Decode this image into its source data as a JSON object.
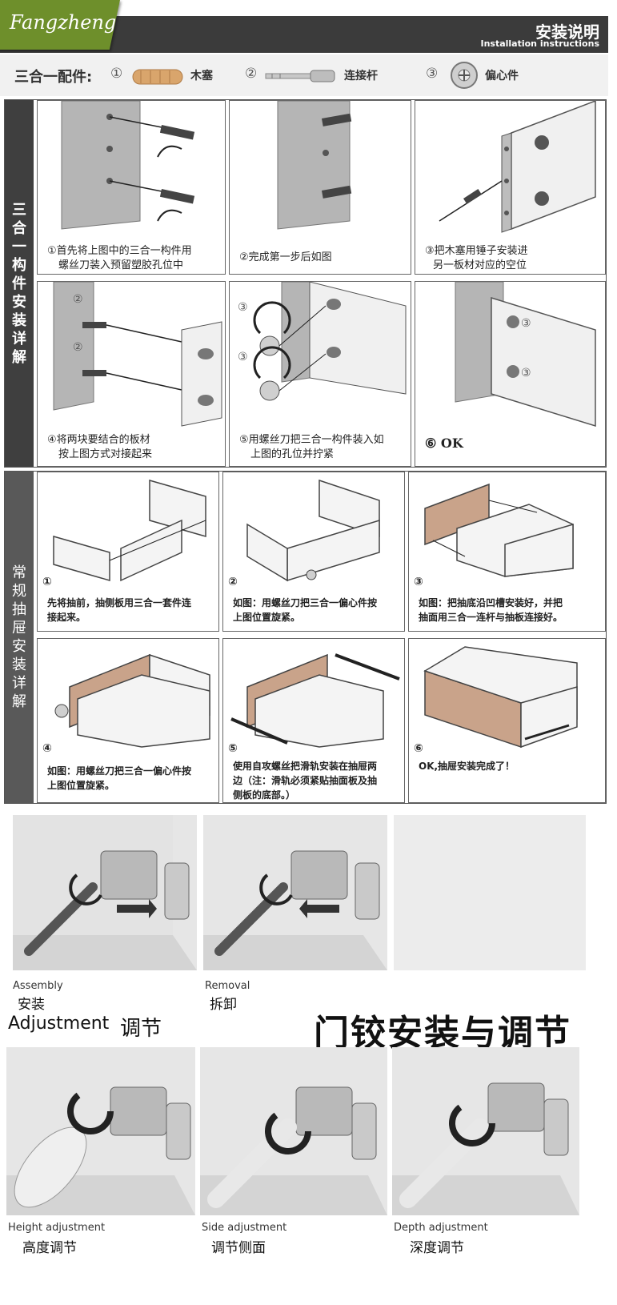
{
  "header": {
    "logo": "Fangzheng",
    "title_cn": "安装说明",
    "title_en": "Installation instructions"
  },
  "parts": {
    "label": "三合一配件:",
    "items": [
      {
        "num": "①",
        "name": "木塞",
        "icon": "wood-dowel-icon"
      },
      {
        "num": "②",
        "name": "连接杆",
        "icon": "connecting-rod-icon"
      },
      {
        "num": "③",
        "name": "偏心件",
        "icon": "cam-lock-icon"
      }
    ]
  },
  "section1": {
    "side": [
      "三",
      "合",
      "一",
      "构",
      "件",
      "安",
      "装",
      "详",
      "解"
    ],
    "steps": [
      {
        "caption1": "①首先将上图中的三合一构件用",
        "caption2": "螺丝刀装入预留塑胶孔位中"
      },
      {
        "caption1": "②完成第一步后如图",
        "caption2": ""
      },
      {
        "caption1": "③把木塞用锤子安装进",
        "caption2": "另一板材对应的空位"
      },
      {
        "caption1": "④将两块要结合的板材",
        "caption2": "按上图方式对接起来"
      },
      {
        "caption1": "⑤用螺丝刀把三合一构件装入如",
        "caption2": "上图的孔位并拧紧"
      },
      {
        "caption1": "⑥ OK",
        "caption2": ""
      }
    ]
  },
  "section2": {
    "side": [
      "常",
      "规",
      "抽",
      "屉",
      "安",
      "装",
      "详",
      "解"
    ],
    "steps": [
      {
        "num": "①",
        "caption1": "先将抽前，抽侧板用三合一套件连",
        "caption2": "接起来。",
        "caption3": ""
      },
      {
        "num": "②",
        "caption1": "如图：用螺丝刀把三合一偏心件按",
        "caption2": "上图位置旋紧。",
        "caption3": ""
      },
      {
        "num": "③",
        "caption1": "如图：把抽底沿凹槽安装好，并把",
        "caption2": "抽面用三合一连杆与抽板连接好。",
        "caption3": ""
      },
      {
        "num": "④",
        "caption1": "如图：用螺丝刀把三合一偏心件按",
        "caption2": "上图位置旋紧。",
        "caption3": ""
      },
      {
        "num": "⑤",
        "caption1": "使用自攻螺丝把滑轨安装在抽屉两",
        "caption2": "边（注：滑轨必须紧贴抽面板及抽",
        "caption3": "侧板的底部。）"
      },
      {
        "num": "⑥",
        "caption1": "OK,抽屉安装完成了！",
        "caption2": "",
        "caption3": ""
      }
    ]
  },
  "hinge": {
    "title": "门铰安装与调节",
    "assembly_en": "Assembly",
    "assembly_cn": "安装",
    "removal_en": "Removal",
    "removal_cn": "拆卸",
    "adjustment_en": "Adjustment",
    "adjustment_cn": "调节",
    "height_en": "Height adjustment",
    "height_cn": "高度调节",
    "side_en": "Side adjustment",
    "side_cn": "调节侧面",
    "depth_en": "Depth adjustment",
    "depth_cn": "深度调节"
  }
}
